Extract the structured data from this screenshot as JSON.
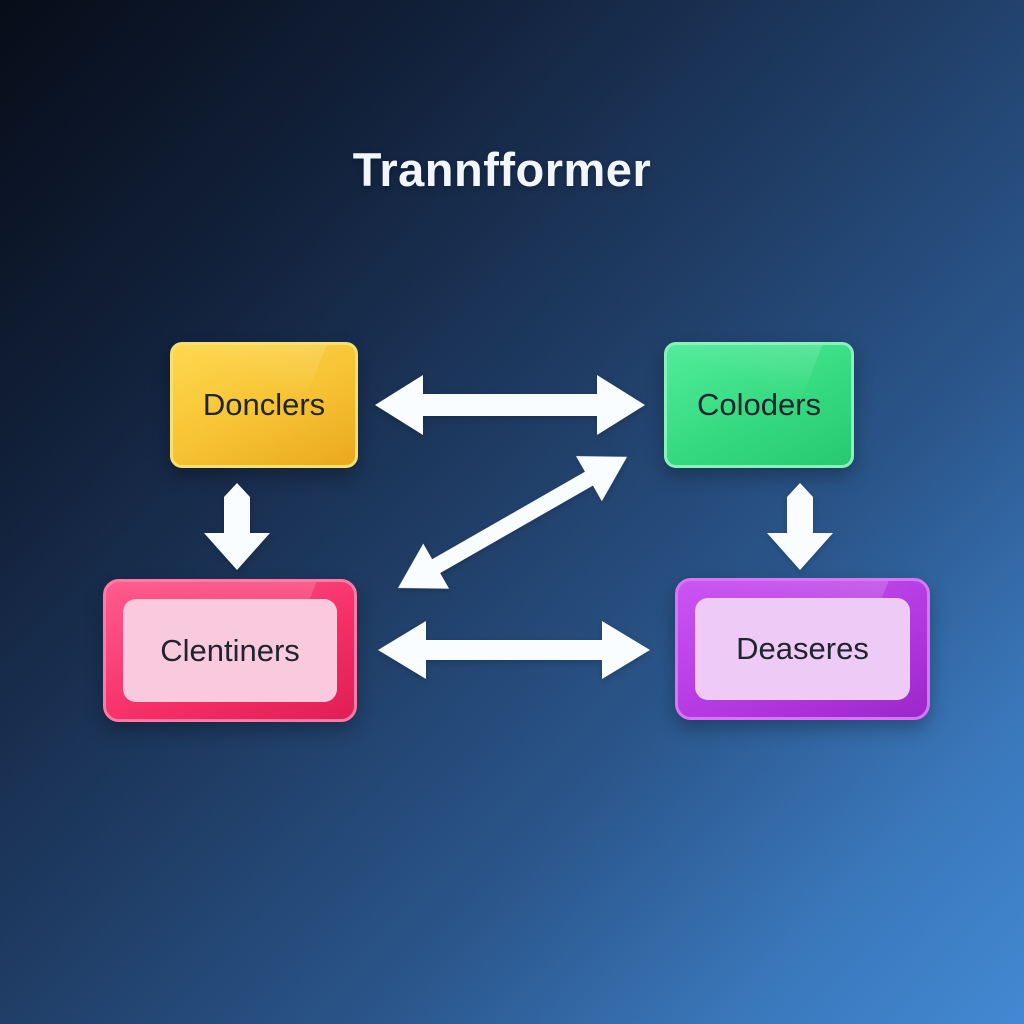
{
  "title": "Trannfformer",
  "nodes": {
    "top_left": {
      "label": "Donclers",
      "color": "#f6c232"
    },
    "top_right": {
      "label": "Coloders",
      "color": "#35da80"
    },
    "bottom_left": {
      "label": "Clentiners",
      "color": "#f52e66",
      "inner_color": "#f9cade"
    },
    "bottom_right": {
      "label": "Deaseres",
      "color": "#b238e0",
      "inner_color": "#eecbf6"
    }
  },
  "arrows": {
    "color": "#fafdff",
    "items": [
      {
        "name": "top-horizontal",
        "type": "double-headed",
        "between": [
          "top_left",
          "top_right"
        ]
      },
      {
        "name": "diagonal",
        "type": "double-headed",
        "between": [
          "center-bottom",
          "top_right"
        ]
      },
      {
        "name": "left-vertical",
        "type": "down",
        "between": [
          "top_left",
          "bottom_left"
        ]
      },
      {
        "name": "right-vertical",
        "type": "down",
        "between": [
          "top_right",
          "bottom_right"
        ]
      },
      {
        "name": "bottom-horizontal",
        "type": "double-headed",
        "between": [
          "bottom_left",
          "bottom_right"
        ]
      }
    ]
  },
  "background": {
    "gradient_from": "#070d18",
    "gradient_to": "#4289d3"
  },
  "title_color": "#f2f6fb",
  "label_color": "#20242e"
}
